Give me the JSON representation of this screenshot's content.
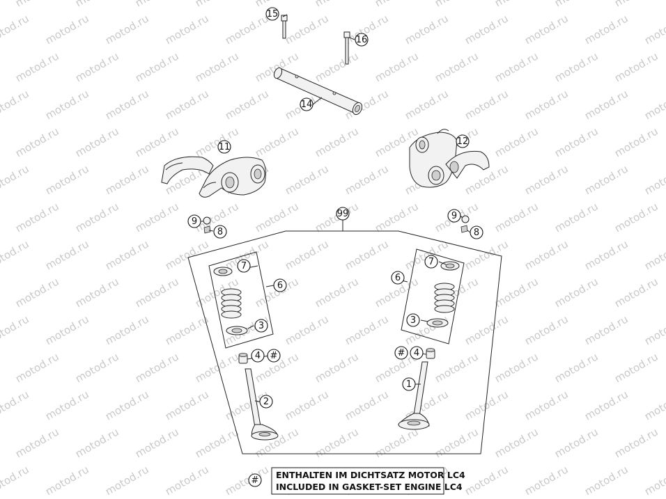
{
  "watermark_text": "motod.ru",
  "callouts": [
    {
      "id": "15",
      "label": "15"
    },
    {
      "id": "16",
      "label": "16"
    },
    {
      "id": "14",
      "label": "14"
    },
    {
      "id": "11",
      "label": "11"
    },
    {
      "id": "12",
      "label": "12"
    },
    {
      "id": "99",
      "label": "99"
    },
    {
      "id": "9-left",
      "label": "9"
    },
    {
      "id": "8-left",
      "label": "8"
    },
    {
      "id": "9-right",
      "label": "9"
    },
    {
      "id": "8-right",
      "label": "8"
    },
    {
      "id": "7-left",
      "label": "7"
    },
    {
      "id": "6-left",
      "label": "6"
    },
    {
      "id": "3-left",
      "label": "3"
    },
    {
      "id": "7-right",
      "label": "7"
    },
    {
      "id": "6-right",
      "label": "6"
    },
    {
      "id": "3-right",
      "label": "3"
    },
    {
      "id": "4-left",
      "label": "4"
    },
    {
      "id": "hash-left",
      "label": "#"
    },
    {
      "id": "hash-right",
      "label": "#"
    },
    {
      "id": "4-right",
      "label": "4"
    },
    {
      "id": "2",
      "label": "2"
    },
    {
      "id": "1",
      "label": "1"
    }
  ],
  "legend": {
    "symbol": "#",
    "line1": "ENTHALTEN IM DICHTSATZ MOTOR LC4",
    "line2": "INCLUDED IN GASKET-SET ENGINE LC4"
  }
}
